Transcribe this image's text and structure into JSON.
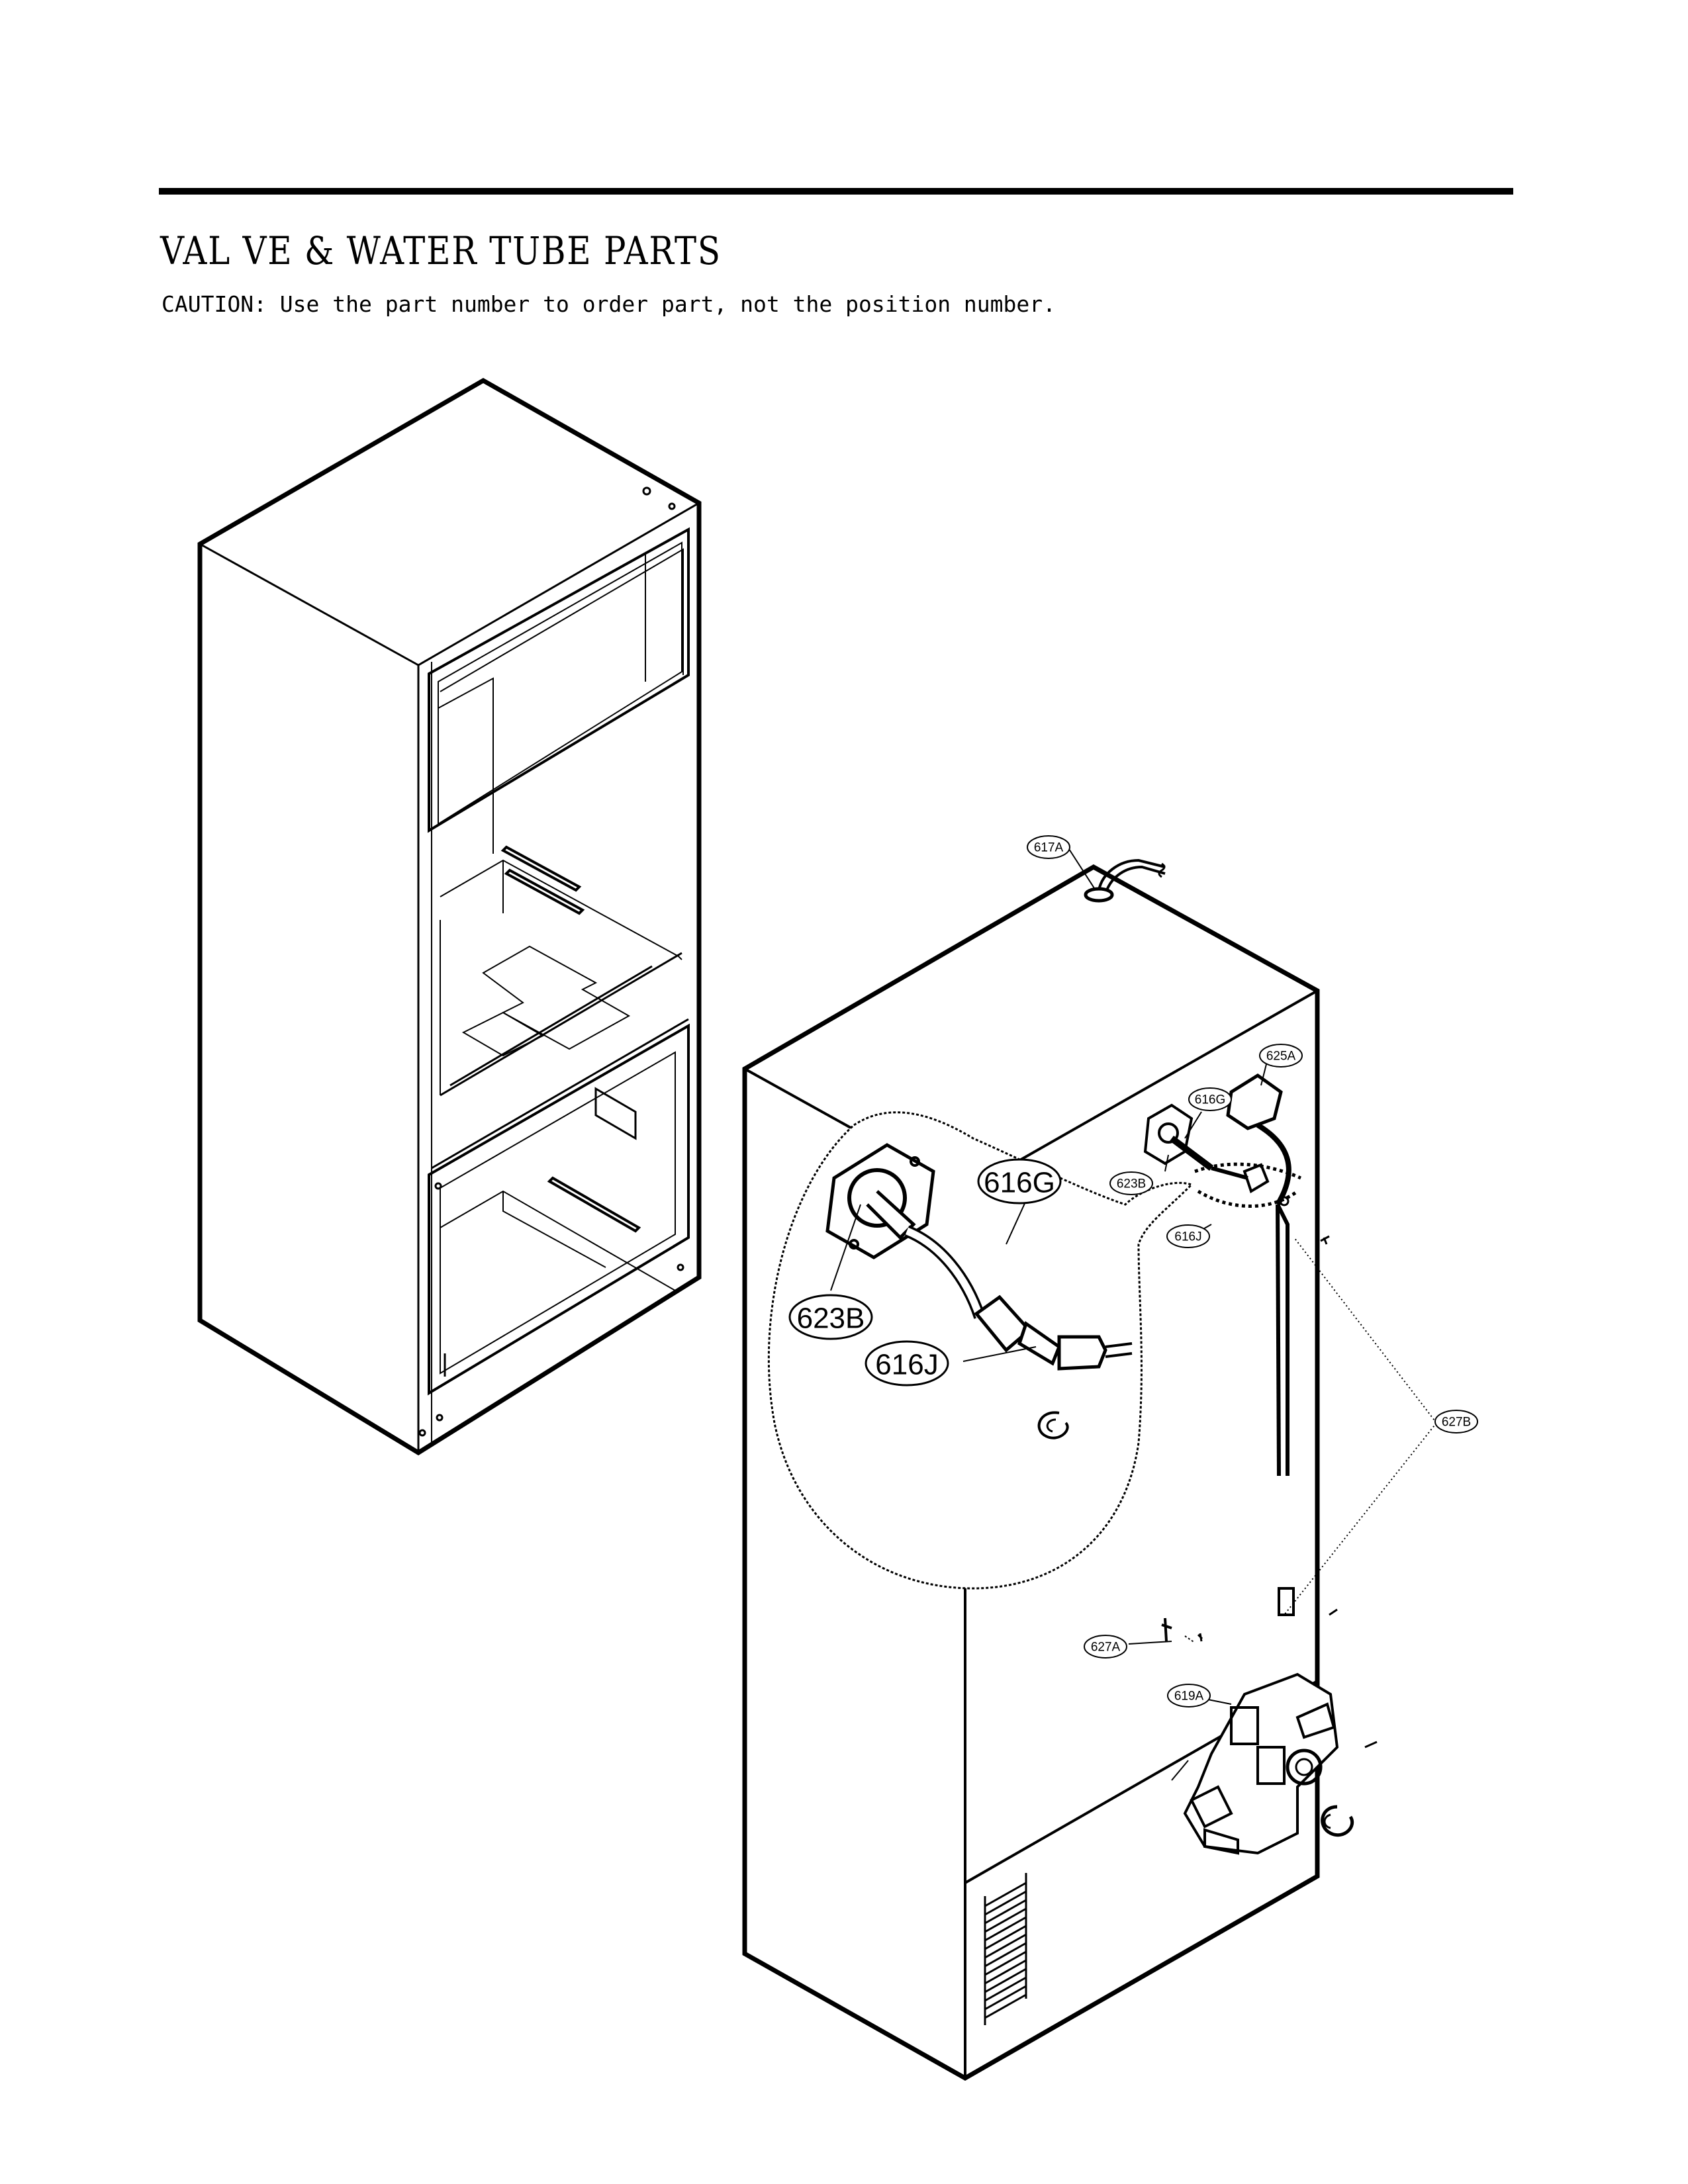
{
  "page": {
    "title": "VAL VE & WATER TUBE PARTS",
    "caution": "CAUTION: Use the part number to order part, not the position number."
  },
  "callouts": [
    {
      "id": "617A"
    },
    {
      "id": "625A"
    },
    {
      "id": "616G"
    },
    {
      "id": "623B"
    },
    {
      "id": "616J"
    },
    {
      "id": "627B"
    },
    {
      "id": "627A"
    },
    {
      "id": "619A"
    }
  ],
  "detail_callouts": [
    {
      "id": "616G"
    },
    {
      "id": "623B"
    },
    {
      "id": "616J"
    }
  ]
}
